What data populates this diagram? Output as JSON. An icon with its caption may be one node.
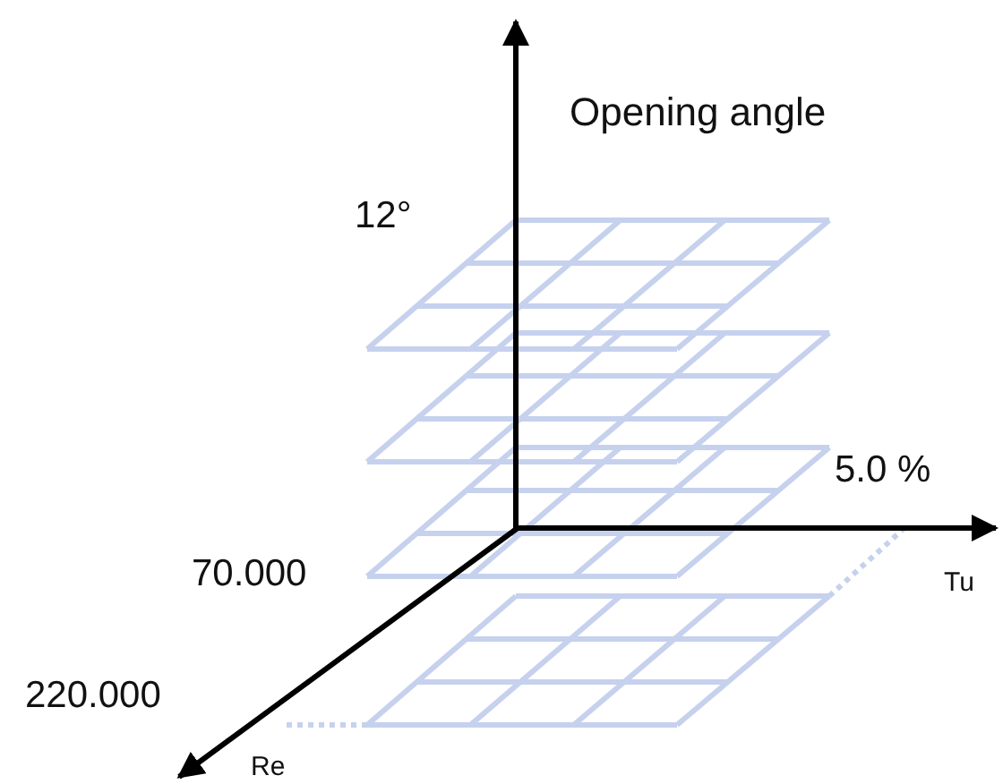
{
  "diagram": {
    "labels": [
      "Opening angle",
      "12°",
      "5.0 %",
      "70.000",
      "Tu",
      "220.000",
      "Re"
    ]
  }
}
